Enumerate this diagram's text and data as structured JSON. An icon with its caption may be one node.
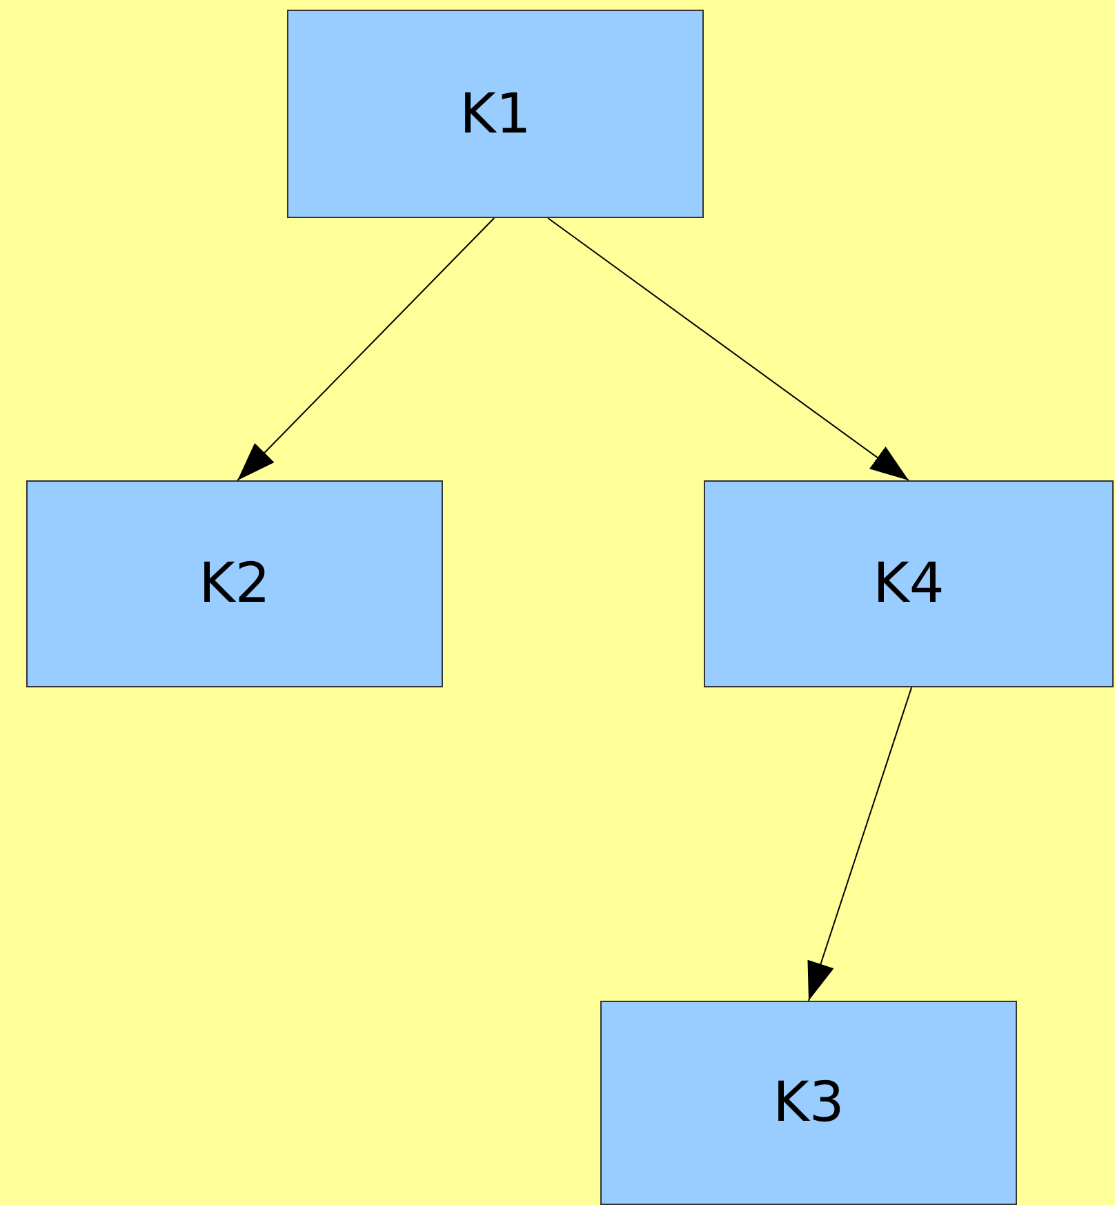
{
  "diagram": {
    "nodes": [
      {
        "text": [
          "K1"
        ]
      },
      {
        "text": [
          "K2"
        ]
      },
      {
        "text": [
          "K4"
        ]
      },
      {
        "text": [
          "K3"
        ]
      }
    ],
    "edges": [
      {
        "from": 0,
        "to": 1,
        "arrow": "to"
      },
      {
        "from": 0,
        "to": 2,
        "arrow": "to"
      },
      {
        "from": 2,
        "to": 3,
        "arrow": "to"
      }
    ]
  }
}
